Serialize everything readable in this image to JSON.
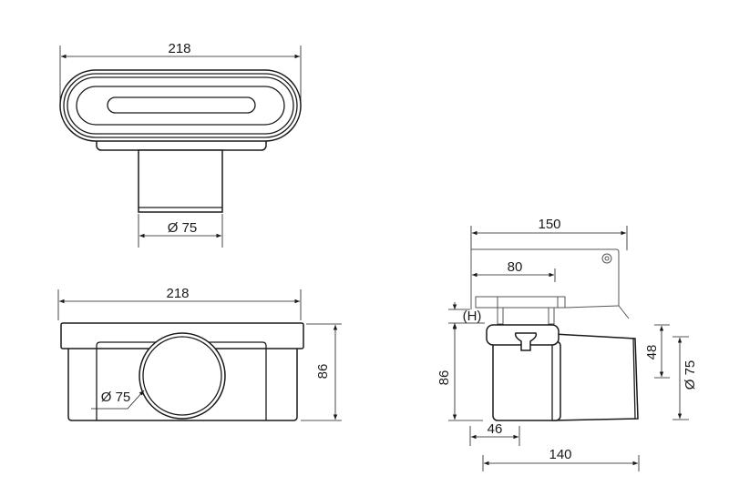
{
  "top_view": {
    "width_label": "218",
    "outlet_label": "Ø 75"
  },
  "front_view": {
    "width_label": "218",
    "height_label": "86",
    "outlet_label": "Ø 75"
  },
  "side_view": {
    "bracket_label": "150",
    "inner_label": "80",
    "h_label": "(H)",
    "height_label": "86",
    "outlet_height_label": "48",
    "outlet_diameter_label": "Ø 75",
    "offset_label": "46",
    "length_label": "140"
  }
}
